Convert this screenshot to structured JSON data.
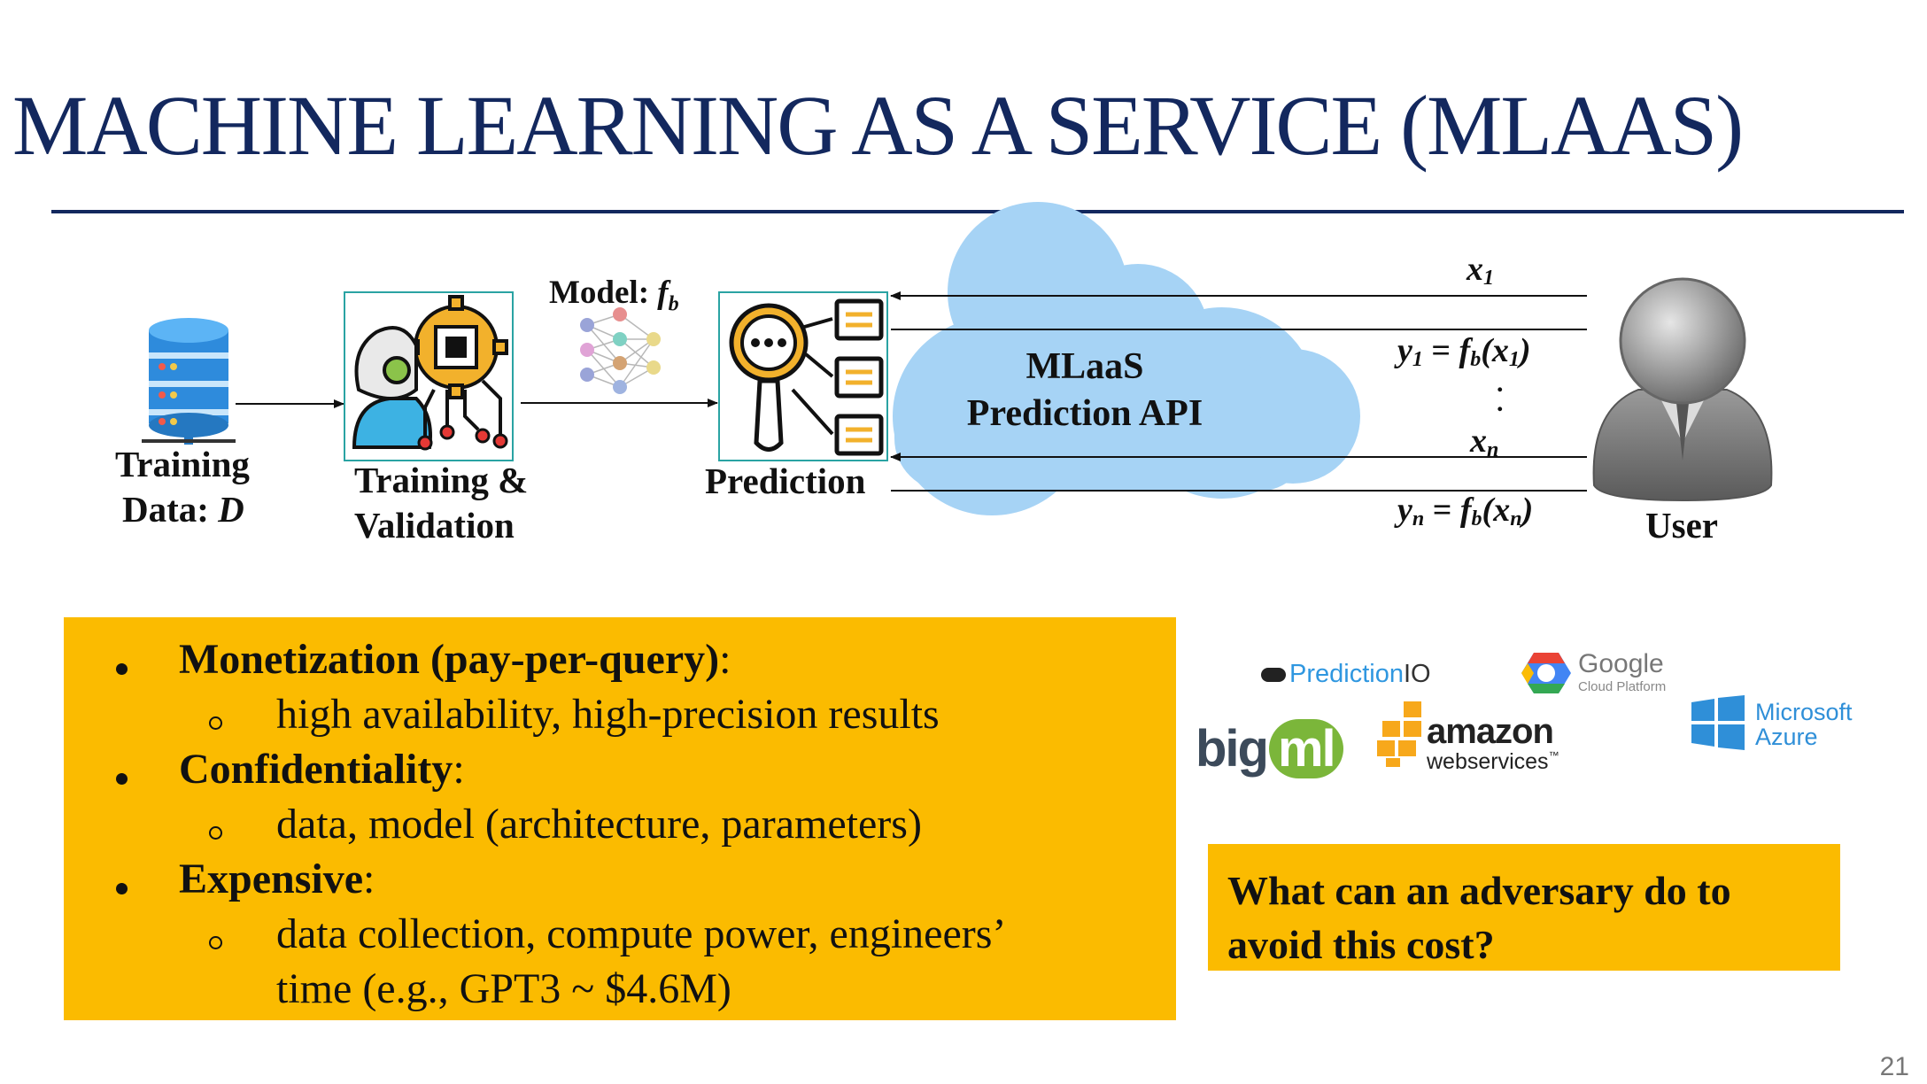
{
  "title": "MACHINE LEARNING AS A SERVICE (MLAAS)",
  "diagram": {
    "training_data_line1": "Training",
    "training_data_line2": "Data: ",
    "training_data_var": "D",
    "training_validation_line1": "Training &",
    "training_validation_line2": "Validation",
    "model_label": "Model: ",
    "model_var": "f",
    "model_sub": "b",
    "prediction_label": "Prediction",
    "cloud_line1": "MLaaS",
    "cloud_line2": "Prediction API",
    "user_label": "User",
    "query_first_var": "x",
    "query_first_sub": "1",
    "resp_first_y": "y",
    "resp_first_ysub": "1",
    "resp_first_eq": " = ",
    "resp_first_f": "f",
    "resp_first_fsub": "b",
    "resp_first_open": "(",
    "resp_first_x": "x",
    "resp_first_xsub": "1",
    "resp_first_close": ")",
    "query_last_var": "x",
    "query_last_sub": "n",
    "resp_last_y": "y",
    "resp_last_ysub": "n",
    "resp_last_eq": " = ",
    "resp_last_f": "f",
    "resp_last_fsub": "b",
    "resp_last_open": "(",
    "resp_last_x": "x",
    "resp_last_xsub": "n",
    "resp_last_close": ")",
    "ellipsis": ".",
    "cloud_color": "#a6d3f5"
  },
  "bullets": {
    "b1_title": "Monetization (pay-per-query)",
    "b1_colon": ":",
    "b1_sub": "high availability, high-precision results",
    "b2_title": "Confidentiality",
    "b2_colon": ":",
    "b2_sub": "data, model (architecture, parameters)",
    "b3_title": "Expensive",
    "b3_colon": ":",
    "b3_sub_line1": "data collection, compute power, engineers’",
    "b3_sub_line2": "time (e.g., GPT3 ~ $4.6M)"
  },
  "logos": {
    "predictionio": "PredictionIO",
    "prediction_part": "Prediction",
    "io_part": "IO",
    "google": "Google",
    "google_sub": "Cloud Platform",
    "bigml_big": "big",
    "bigml_ml": "ml",
    "amazon": "amazon",
    "amazon_web": "web",
    "amazon_services": "services",
    "amazon_tm": "™",
    "ms1": "Microsoft",
    "ms2": "Azure"
  },
  "question": "What can an adversary do to avoid this cost?",
  "page_number": "21",
  "colors": {
    "accent": "#13285e",
    "gold": "#fbbb00",
    "cloud": "#a6d3f5"
  }
}
